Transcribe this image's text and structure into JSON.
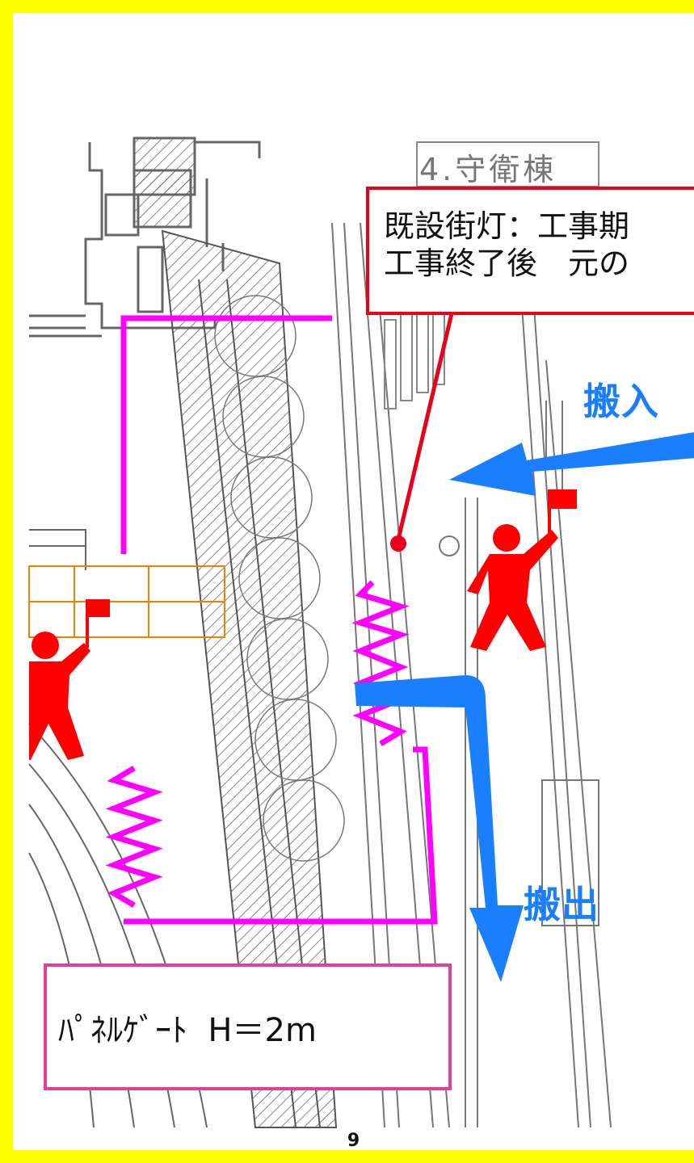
{
  "callout": {
    "line1": "既設街灯：工事期",
    "line2": "工事終了後　元の"
  },
  "building": {
    "label": "4.守衛棟"
  },
  "arrows": {
    "in_label": "搬入",
    "out_label": "搬出",
    "color": "#1a7fff"
  },
  "gate": {
    "label": "ﾊﾟﾈﾙｹﾞｰﾄ  H＝2m",
    "color": "#ff00ff"
  },
  "page": {
    "number": "9"
  },
  "colors": {
    "frame": "#ffff00",
    "callout_border": "#e8001c",
    "worker": "#ff0000",
    "gate_box_border": "#e0409a",
    "grid": "#f08000"
  },
  "icons": [
    "flagman-icon",
    "street-light-marker"
  ]
}
